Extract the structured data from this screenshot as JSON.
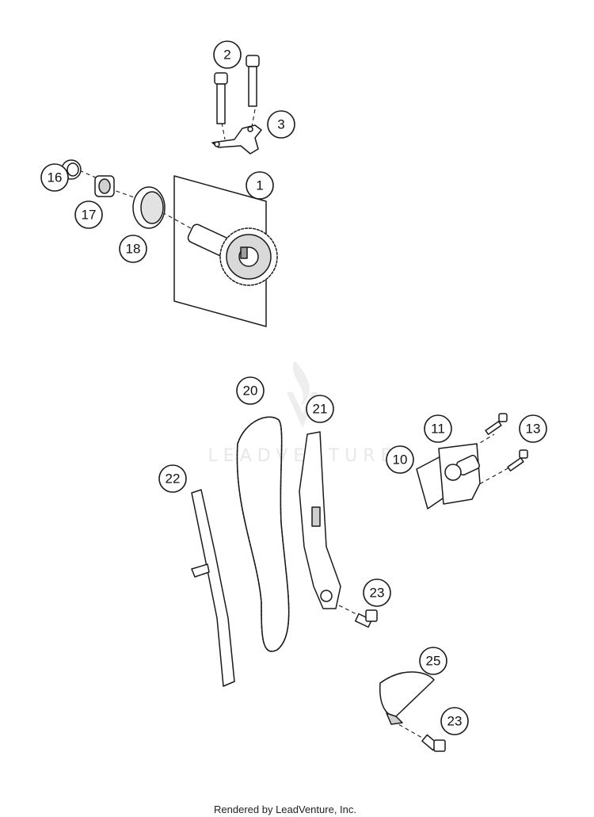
{
  "watermark": {
    "text": "LEADVENTURE"
  },
  "footer": {
    "text": "Rendered by LeadVenture, Inc."
  },
  "callouts": {
    "c1": "1",
    "c2": "2",
    "c3": "3",
    "c10": "10",
    "c11": "11",
    "c13": "13",
    "c16": "16",
    "c17": "17",
    "c18": "18",
    "c20": "20",
    "c21": "21",
    "c22": "22",
    "c23a": "23",
    "c23b": "23",
    "c25": "25"
  },
  "colors": {
    "line": "#1a1a1a",
    "part_fill": "#ffffff",
    "shade": "#bdbdbd",
    "watermark": "#e6e6e6"
  }
}
